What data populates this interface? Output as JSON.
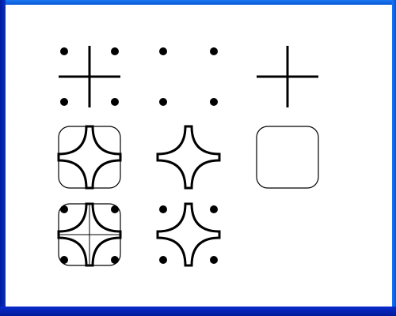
{
  "window": {
    "frame_colors": {
      "top": "#1A78F0",
      "left": "#001A9A",
      "right": "#0055E5",
      "bottom": "#001A9A"
    },
    "background": "#FFFFFF"
  },
  "figures": [
    {
      "name": "dots-and-cross",
      "shows": [
        "corner-dots",
        "cross-lines"
      ]
    },
    {
      "name": "dots-only",
      "shows": [
        "corner-dots"
      ]
    },
    {
      "name": "cross-only",
      "shows": [
        "cross-lines"
      ]
    },
    {
      "name": "star-in-rounded-square",
      "shows": [
        "rounded-square",
        "star"
      ]
    },
    {
      "name": "star-only",
      "shows": [
        "star"
      ]
    },
    {
      "name": "rounded-square-only",
      "shows": [
        "rounded-square"
      ]
    },
    {
      "name": "all-combined",
      "shows": [
        "rounded-square",
        "star",
        "thin-cross",
        "corner-dots"
      ]
    },
    {
      "name": "star-with-dots",
      "shows": [
        "star",
        "corner-dots"
      ]
    }
  ]
}
